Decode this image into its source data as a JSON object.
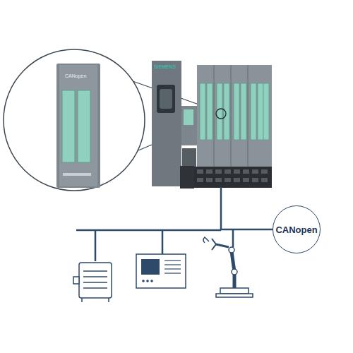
{
  "diagram": {
    "nodes": [
      {
        "text": [
          "SIEMENS"
        ]
      },
      {
        "text": [
          "CANopen"
        ]
      }
    ],
    "edges": [
      {
        "from": 0,
        "to": 1,
        "arrow": "none"
      }
    ],
    "labels": [
      "CANopen"
    ]
  }
}
